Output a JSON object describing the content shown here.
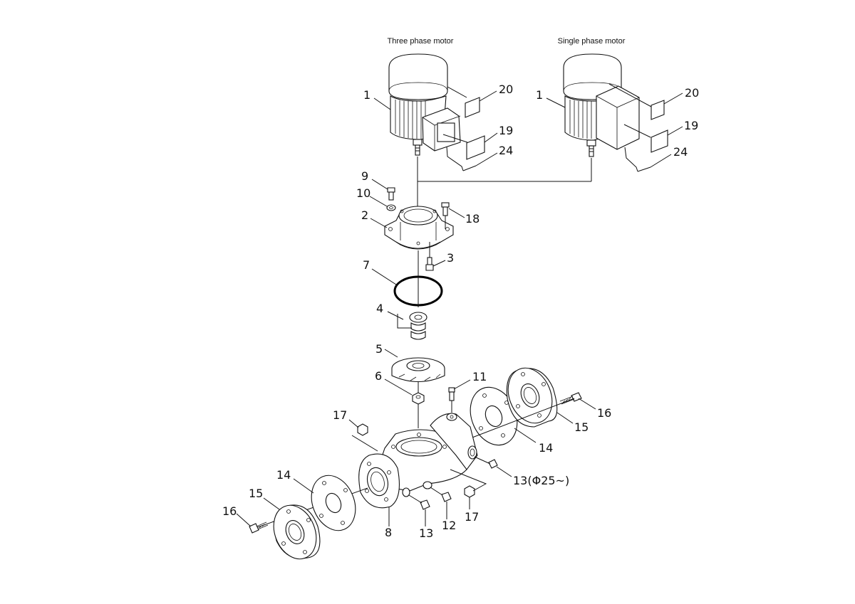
{
  "titles": {
    "three_phase": "Three phase motor",
    "single_phase": "Single phase motor"
  },
  "callouts": {
    "tp_1": "1",
    "tp_20": "20",
    "tp_19": "19",
    "tp_24": "24",
    "sp_1": "1",
    "sp_20": "20",
    "sp_19": "19",
    "sp_24": "24",
    "p9": "9",
    "p10": "10",
    "p2": "2",
    "p18": "18",
    "p3": "3",
    "p7": "7",
    "p4": "4",
    "p5": "5",
    "p6": "6",
    "p11": "11",
    "p17_left": "17",
    "p16_right": "16",
    "p15_right": "15",
    "p14_right": "14",
    "p13_right": "13(Φ25~)",
    "p14_left": "14",
    "p15_left": "15",
    "p16_left": "16",
    "p8": "8",
    "p13_bottom": "13",
    "p12": "12",
    "p17_bottom": "17"
  }
}
